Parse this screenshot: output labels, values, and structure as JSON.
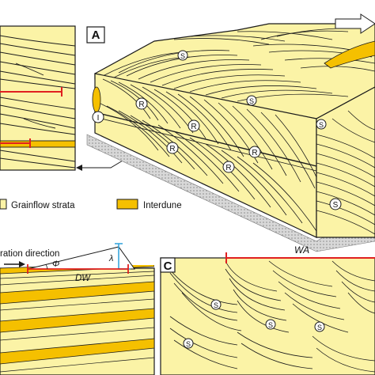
{
  "panels": {
    "a": "A",
    "c": "C"
  },
  "legend": {
    "grainflow": "Grainflow strata",
    "interdune": "Interdune"
  },
  "annotations": {
    "migration_direction": "ration direction",
    "phi": "Φ",
    "lambda": "λ",
    "dw": "DW",
    "wa": "WA"
  },
  "markers": {
    "s": "S",
    "r": "R",
    "i": "I"
  },
  "colors": {
    "grainflow": "#fbf3a6",
    "interdune": "#f5c000",
    "stroke": "#1a1a1a",
    "red": "#e02020",
    "blue": "#39a6dd",
    "gray": "#9a9a9a"
  }
}
